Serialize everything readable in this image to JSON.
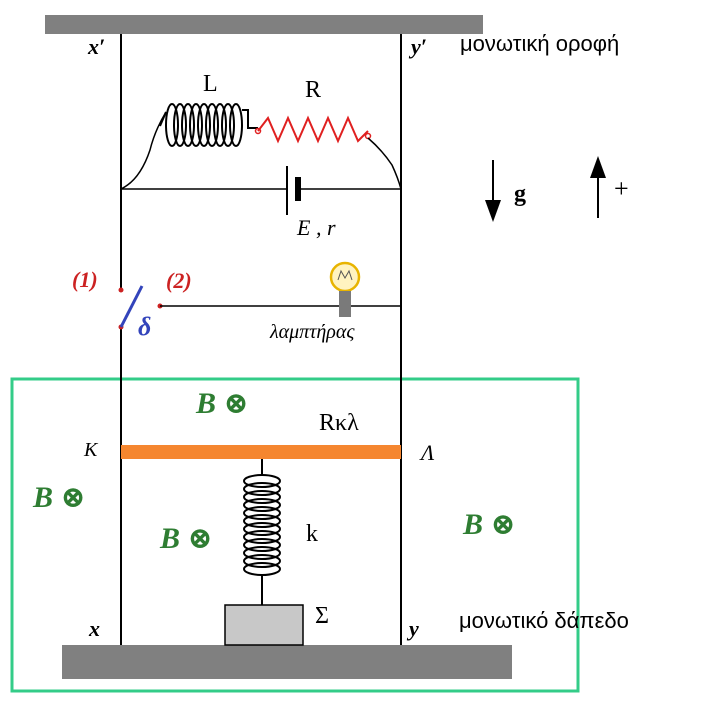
{
  "colors": {
    "plate": "#808080",
    "wire": "#000000",
    "resistor": "#e02020",
    "rod": "#f5862f",
    "region_border": "#33cc88",
    "field_label": "#2e7d32",
    "switch_arm": "#3344bb",
    "switch_label": "#3344bb",
    "switch_position_label": "#cc2222",
    "bulb_glass": "#fff3c0",
    "bulb_outline": "#e8b400",
    "mass_block": "#c8c8c8"
  },
  "labels": {
    "rail_left_top": "x′",
    "rail_right_top": "y′",
    "ceiling": "μονωτική οροφή",
    "inductor": "L",
    "resistor": "R",
    "battery": "E , r",
    "gravity": "g",
    "positive_direction": "+",
    "switch_position_1": "(1)",
    "switch_position_2": "(2)",
    "switch": "δ",
    "lamp": "λαμπτήρας",
    "rod_resistance": "Rκλ",
    "rod_end_left": "K",
    "rod_end_right": "Λ",
    "spring": "k",
    "mass": "Σ",
    "rail_left_bottom": "x",
    "rail_right_bottom": "y",
    "floor": "μονωτικό δάπεδο"
  },
  "magnetic_field": {
    "symbol": "B",
    "direction_symbol": "⊗",
    "direction": "into page"
  },
  "icons": {
    "gravity_arrow": "arrow-down-icon",
    "positive_arrow": "arrow-up-icon",
    "field_direction": "circled-cross-icon",
    "lamp": "light-bulb-icon",
    "battery": "battery-icon",
    "inductor": "coil-icon",
    "resistor": "zigzag-resistor-icon",
    "spring": "spring-icon",
    "switch": "switch-icon"
  }
}
